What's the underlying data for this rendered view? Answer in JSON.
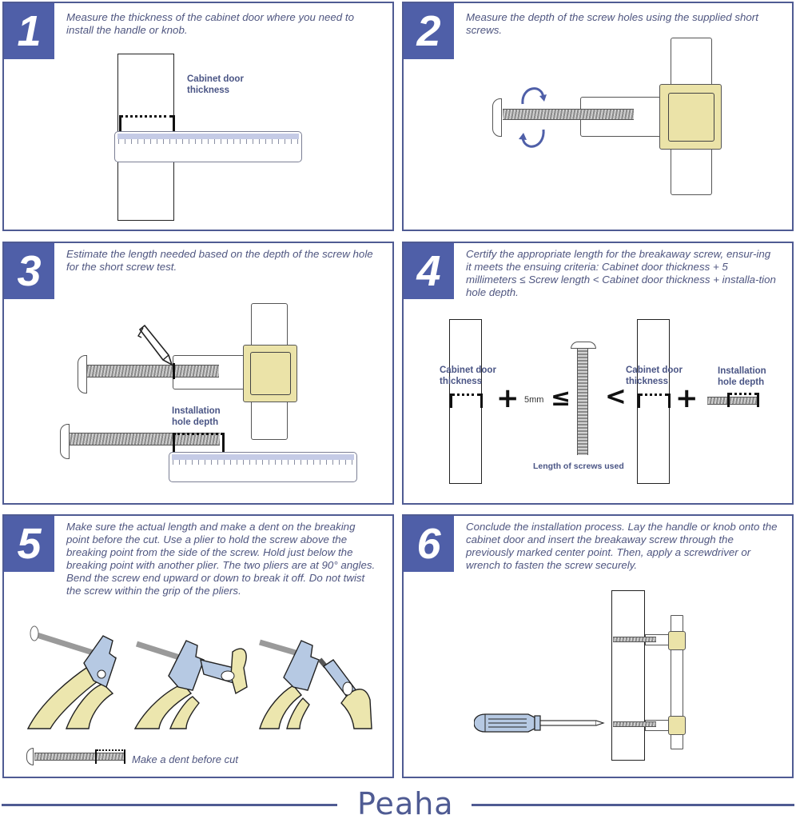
{
  "brand": {
    "logo": "Peaha",
    "accent": "#4f5fa8",
    "border": "#4f5b93",
    "knob_color": "#ebe3a8",
    "plier_blue": "#b6c9e3",
    "plier_yellow": "#ece6ae"
  },
  "steps": [
    {
      "number": "1",
      "text": "Measure the thickness of the cabinet door where you need to install the handle or knob.",
      "labels": {
        "door_thickness": "Cabinet door thickness"
      }
    },
    {
      "number": "2",
      "text": "Measure the depth of the screw holes using the supplied short screws."
    },
    {
      "number": "3",
      "text": "Estimate the length needed based on the depth of the screw hole for the short screw test.",
      "labels": {
        "hole_depth": "Installation hole depth"
      }
    },
    {
      "number": "4",
      "text": "Certify the appropriate length for the breakaway screw, ensur-ing it meets the ensuing criteria: Cabinet door thickness + 5 millimeters ≤ Screw length < Cabinet door thickness + installa-tion hole depth.",
      "formula": {
        "left_label": "Cabinet door thickness",
        "plus1": "+",
        "offset": "5mm",
        "le": "≤",
        "screw_label": "Length of screws used",
        "lt": "<",
        "right_label": "Cabinet door thickness",
        "plus2": "+",
        "depth_label": "Installation hole depth"
      }
    },
    {
      "number": "5",
      "text": "Make sure the actual length and make a dent on the breaking point before the cut. Use a plier to hold the screw above the breaking point from the side of the screw. Hold just below the breaking point with another plier. The two pliers are at 90° angles. Bend the screw end upward or down to break it off. Do not twist the screw within the grip of the pliers.",
      "caption": "Make a dent before cut"
    },
    {
      "number": "6",
      "text": "Conclude the installation process. Lay the handle or knob onto the cabinet door and insert the breakaway screw through the previously marked center point. Then, apply a screwdriver or wrench to fasten the screw securely."
    }
  ]
}
